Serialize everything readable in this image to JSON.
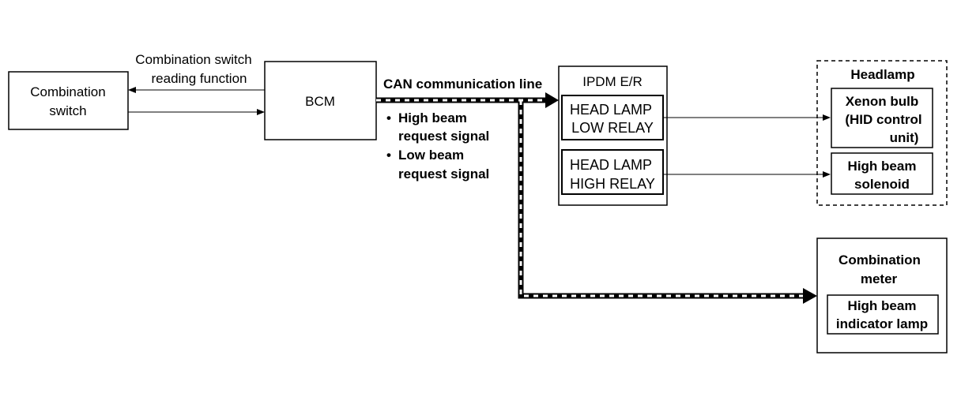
{
  "blocks": {
    "combination_switch": {
      "line1": "Combination",
      "line2": "switch"
    },
    "bcm": {
      "label": "BCM"
    },
    "ipdm": {
      "title": "IPDM E/R",
      "low_relay": {
        "line1": "HEAD LAMP",
        "line2": "LOW RELAY"
      },
      "high_relay": {
        "line1": "HEAD LAMP",
        "line2": "HIGH RELAY"
      }
    },
    "headlamp": {
      "title": "Headlamp",
      "xenon": {
        "line1": "Xenon bulb",
        "line2": "(HID control",
        "line3": "unit)"
      },
      "solenoid": {
        "line1": "High beam",
        "line2": "solenoid"
      }
    },
    "combination_meter": {
      "line1": "Combination",
      "line2": "meter",
      "indicator": {
        "line1": "High beam",
        "line2": "indicator lamp"
      }
    }
  },
  "labels": {
    "reading_function": {
      "line1": "Combination switch",
      "line2": "reading function"
    },
    "can_line": "CAN communication line",
    "signal_bullet": "•",
    "high_beam_signal": {
      "line1": "High beam",
      "line2": "request signal"
    },
    "low_beam_signal": {
      "line1": "Low beam",
      "line2": "request signal"
    }
  }
}
